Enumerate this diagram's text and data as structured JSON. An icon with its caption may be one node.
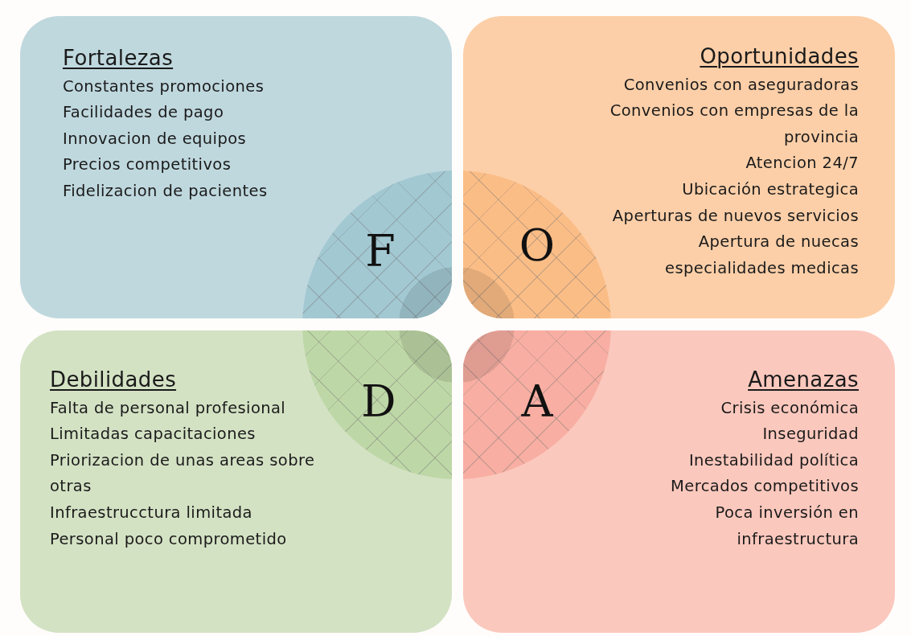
{
  "diagram": {
    "nodes": [
      {
        "text": [
          "Fortalezas",
          "Constantes promociones",
          "Facilidades de pago",
          "Innovacion de equipos",
          "Precios competitivos",
          "Fidelizacion de pacientes"
        ]
      },
      {
        "text": [
          "Oportunidades",
          "Convenios con aseguradoras",
          "Convenios con empresas de la provincia",
          "Atencion 24/7",
          "Ubicación estrategica",
          "Aperturas de nuevos servicios",
          "Apertura de nuecas especialidades medicas"
        ]
      },
      {
        "text": [
          "Debilidades",
          "Falta de personal profesional",
          "Limitadas capacitaciones",
          "Priorizacion de unas areas sobre otras",
          "Infraestrucctura limitada",
          "Personal poco comprometido"
        ]
      },
      {
        "text": [
          "Amenazas",
          "Crisis económica",
          "Inseguridad",
          "Inestabilidad política",
          "Mercados competitivos",
          "Poca inversión en infraestructura"
        ]
      }
    ],
    "edges": [],
    "labels": [
      "F",
      "O",
      "D",
      "A"
    ]
  }
}
